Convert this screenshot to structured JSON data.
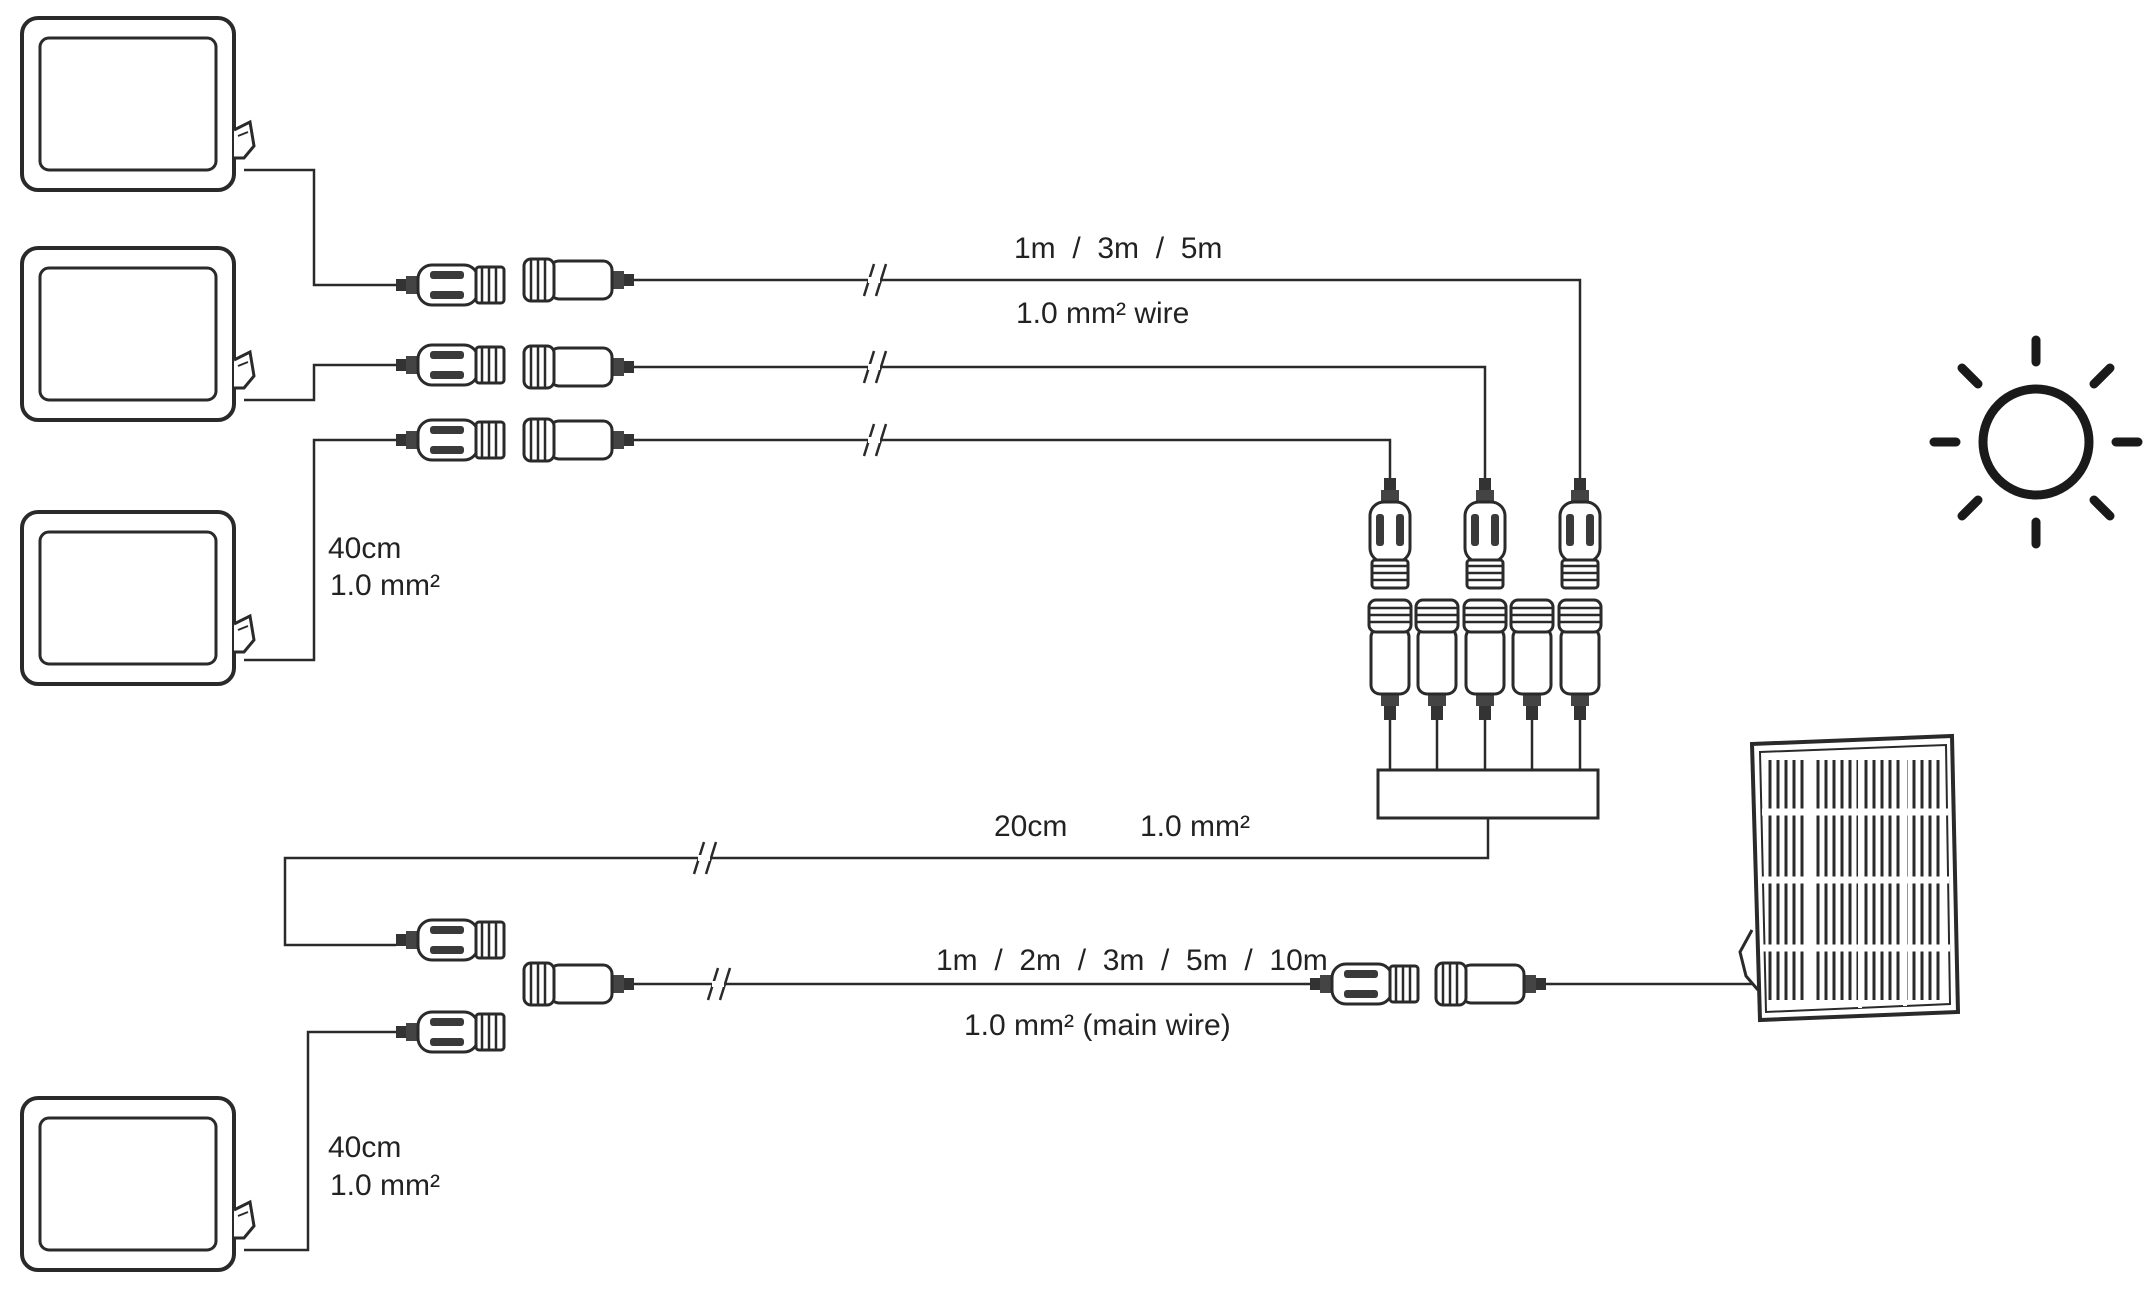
{
  "labels": {
    "top_wire_length": "1m  /  3m  /  5m",
    "top_wire_gauge": "1.0 mm² wire",
    "lamp3_lead_length": "40cm",
    "lamp3_lead_gauge": "1.0 mm²",
    "splitter_lead_length": "20cm",
    "splitter_lead_gauge": "1.0 mm²",
    "main_wire_length": "1m  /  2m  /  3m  /  5m  /  10m",
    "main_wire_gauge": "1.0 mm² (main wire)",
    "lamp4_lead_length": "40cm",
    "lamp4_lead_gauge": "1.0 mm²"
  },
  "icons": {
    "floodlight": "floodlight-icon",
    "sun": "sun-icon",
    "solar_panel": "solar-panel-icon",
    "splitter": "splitter-hub-icon",
    "connector": "waterproof-connector-icon"
  },
  "colors": {
    "line": "#2a2a2a",
    "connector_fill": "#3a3a3a",
    "background": "#ffffff"
  }
}
